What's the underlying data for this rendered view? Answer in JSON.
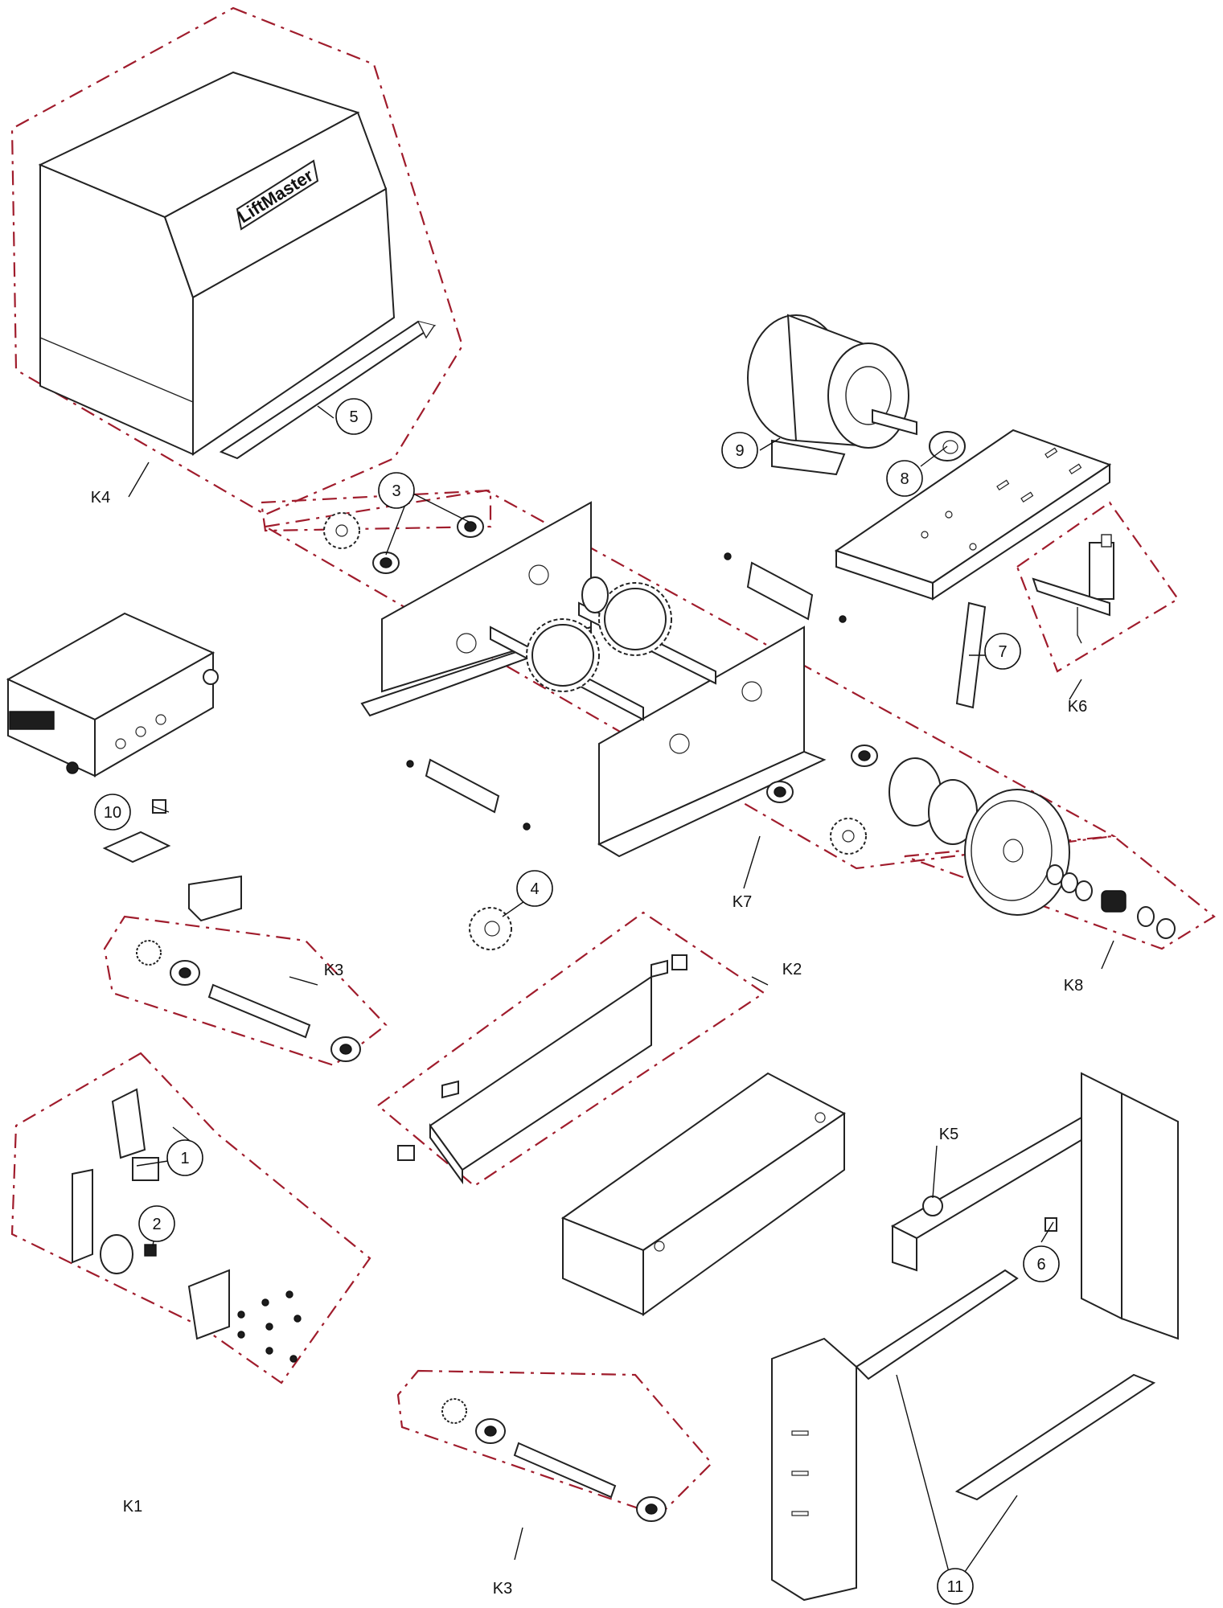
{
  "brand": {
    "logo_text": "LiftMaster"
  },
  "colors": {
    "kit_outline": "#a01c2c",
    "line_art": "#222222"
  },
  "callouts": [
    "1",
    "2",
    "3",
    "4",
    "5",
    "6",
    "7",
    "8",
    "9",
    "10",
    "11"
  ],
  "kits": [
    "K1",
    "K2",
    "K3",
    "K3",
    "K4",
    "K5",
    "K6",
    "K7",
    "K8"
  ]
}
